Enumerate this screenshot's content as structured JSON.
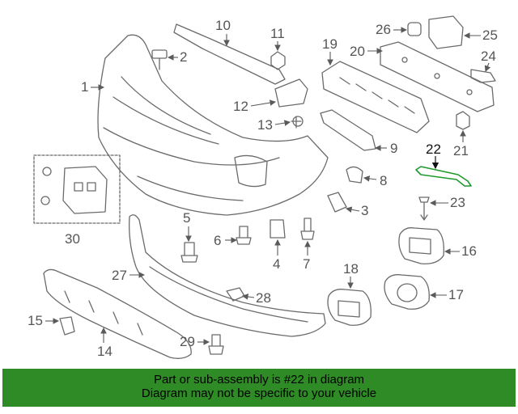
{
  "diagram": {
    "highlighted_part": "22",
    "callouts": [
      "1",
      "2",
      "3",
      "4",
      "5",
      "6",
      "7",
      "8",
      "9",
      "10",
      "11",
      "12",
      "13",
      "14",
      "15",
      "16",
      "17",
      "18",
      "19",
      "20",
      "21",
      "22",
      "23",
      "24",
      "25",
      "26",
      "27",
      "28",
      "29",
      "30"
    ]
  },
  "banner": {
    "line1": "Part or sub-assembly is #22 in diagram",
    "line2": "Diagram may not be specific to your vehicle",
    "background": "#2e8b25"
  },
  "colors": {
    "highlight": "#1f9a2e",
    "linework": "#6b6b6b"
  }
}
